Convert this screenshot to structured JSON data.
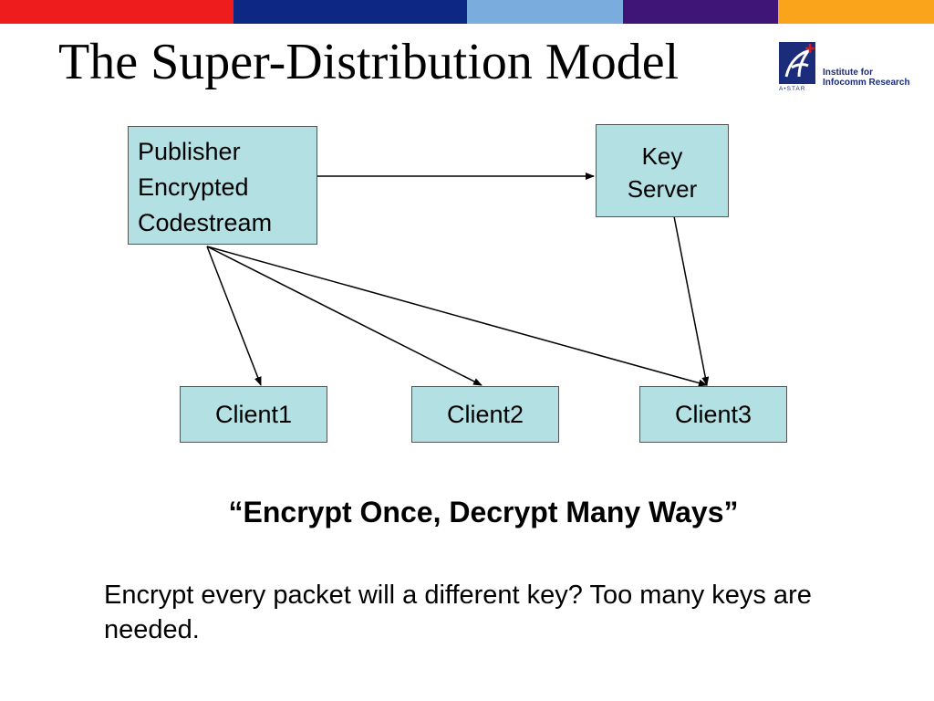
{
  "header": {
    "stripe_colors": [
      "#ee1c1c",
      "#0d2785",
      "#7aacde",
      "#3f1677",
      "#f9a41a"
    ]
  },
  "slide": {
    "title": "The Super-Distribution Model"
  },
  "logo": {
    "line1": "Institute for",
    "line2": "Infocomm Research",
    "sub": "A•STAR",
    "colors": {
      "blue": "#1b2c7a",
      "red": "#d71920"
    }
  },
  "diagram": {
    "box_fill": "#b3e0e3",
    "publisher": {
      "lines": [
        "Publisher",
        "Encrypted",
        "Codestream"
      ]
    },
    "key_server": {
      "lines": [
        "Key",
        "Server"
      ]
    },
    "clients": [
      "Client1",
      "Client2",
      "Client3"
    ]
  },
  "slogan": "“Encrypt Once, Decrypt Many Ways”",
  "body": "Encrypt every packet will a different key? Too many keys are needed."
}
